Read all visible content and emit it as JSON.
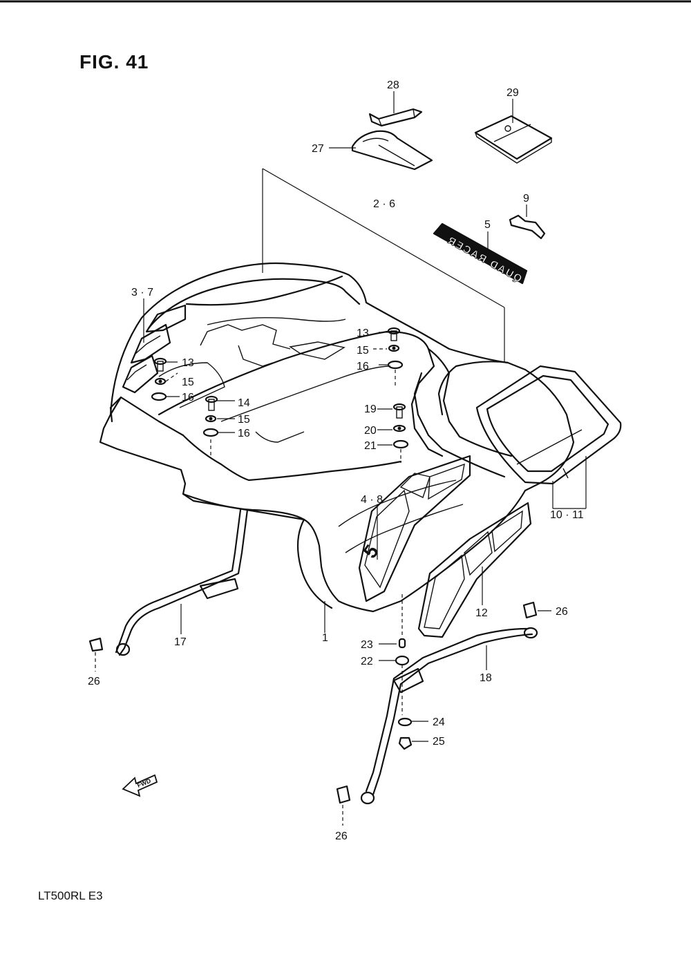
{
  "figure": {
    "title": "FIG. 41",
    "model": "LT500RL  E3"
  },
  "decal_text": "QUAD RACER",
  "direction_marker": {
    "text": "FWD"
  },
  "callouts": [
    {
      "id": "c28",
      "text": "28"
    },
    {
      "id": "c29",
      "text": "29"
    },
    {
      "id": "c27",
      "text": "27"
    },
    {
      "id": "c2_6",
      "text": "2 · 6"
    },
    {
      "id": "c9",
      "text": "9"
    },
    {
      "id": "c5",
      "text": "5"
    },
    {
      "id": "c3_7",
      "text": "3 · 7"
    },
    {
      "id": "c13a",
      "text": "13"
    },
    {
      "id": "c15a",
      "text": "15"
    },
    {
      "id": "c16a",
      "text": "16"
    },
    {
      "id": "c13b",
      "text": "13"
    },
    {
      "id": "c15b",
      "text": "15"
    },
    {
      "id": "c16b",
      "text": "16"
    },
    {
      "id": "c14",
      "text": "14"
    },
    {
      "id": "c15c",
      "text": "15"
    },
    {
      "id": "c16c",
      "text": "16"
    },
    {
      "id": "c19",
      "text": "19"
    },
    {
      "id": "c20",
      "text": "20"
    },
    {
      "id": "c21",
      "text": "21"
    },
    {
      "id": "c4_8",
      "text": "4 · 8"
    },
    {
      "id": "c10_11",
      "text": "10 · 11"
    },
    {
      "id": "c12",
      "text": "12"
    },
    {
      "id": "c26a",
      "text": "26"
    },
    {
      "id": "c1",
      "text": "1"
    },
    {
      "id": "c17",
      "text": "17"
    },
    {
      "id": "c26b",
      "text": "26"
    },
    {
      "id": "c23",
      "text": "23"
    },
    {
      "id": "c22",
      "text": "22"
    },
    {
      "id": "c18",
      "text": "18"
    },
    {
      "id": "c24",
      "text": "24"
    },
    {
      "id": "c25",
      "text": "25"
    },
    {
      "id": "c26c",
      "text": "26"
    }
  ]
}
